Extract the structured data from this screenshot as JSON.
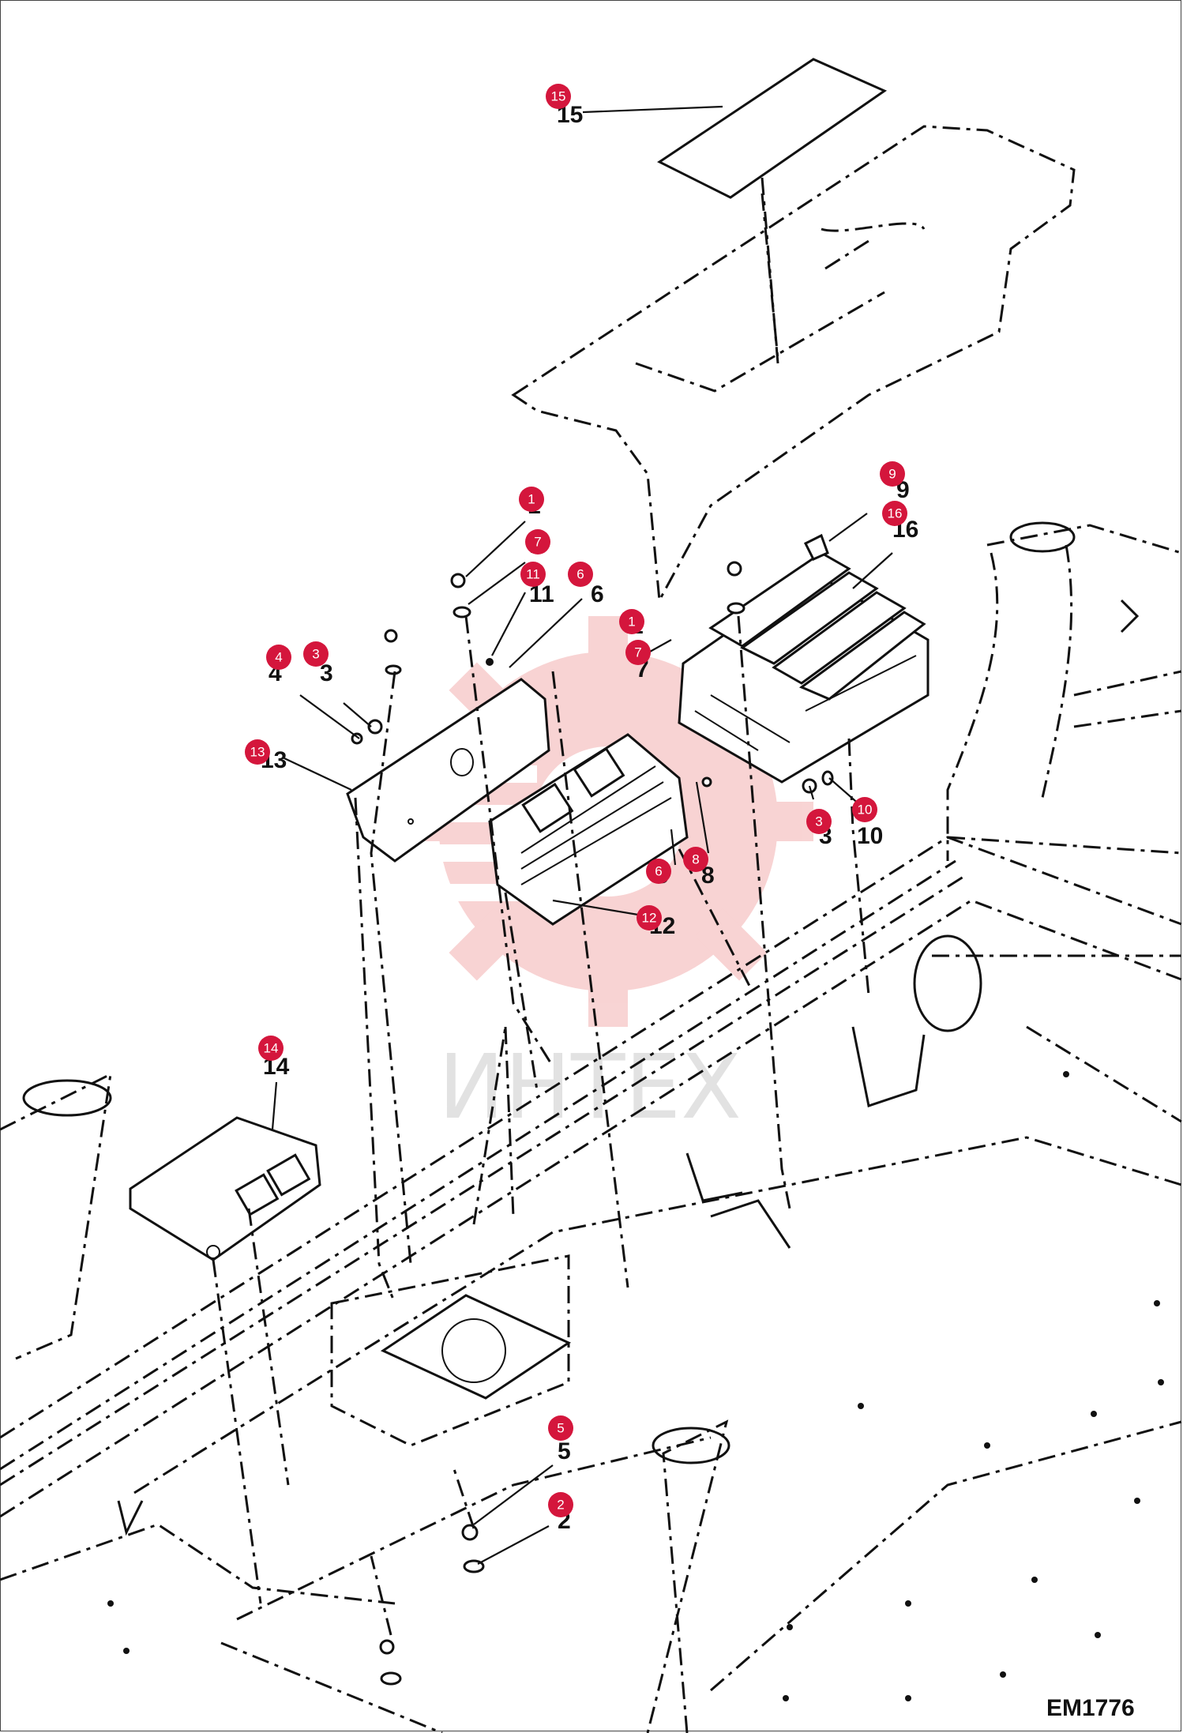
{
  "drawing_code": "EM1776",
  "watermark_text": "ИНТЕХ",
  "callouts": [
    {
      "id": "c15",
      "number": "15",
      "badge": "15"
    },
    {
      "id": "c1a",
      "number": "1",
      "badge": "1"
    },
    {
      "id": "c7a",
      "number": "7",
      "badge": "7"
    },
    {
      "id": "c11",
      "number": "11",
      "badge": "11"
    },
    {
      "id": "c6a",
      "number": "6",
      "badge": "6"
    },
    {
      "id": "c1b",
      "number": "1",
      "badge": "1"
    },
    {
      "id": "c7b",
      "number": "7",
      "badge": "7"
    },
    {
      "id": "c4",
      "number": "4",
      "badge": "4"
    },
    {
      "id": "c3a",
      "number": "3",
      "badge": "3"
    },
    {
      "id": "c13",
      "number": "13",
      "badge": "13"
    },
    {
      "id": "c9",
      "number": "9",
      "badge": "9"
    },
    {
      "id": "c16",
      "number": "16",
      "badge": "16"
    },
    {
      "id": "c3b",
      "number": "3",
      "badge": "3"
    },
    {
      "id": "c10",
      "number": "10",
      "badge": "10"
    },
    {
      "id": "c6b",
      "number": "6",
      "badge": "6"
    },
    {
      "id": "c8",
      "number": "8",
      "badge": "8"
    },
    {
      "id": "c12",
      "number": "12",
      "badge": "12"
    },
    {
      "id": "c14",
      "number": "14",
      "badge": "14"
    },
    {
      "id": "c5",
      "number": "5",
      "badge": "5"
    },
    {
      "id": "c2",
      "number": "2",
      "badge": "2"
    }
  ],
  "colors": {
    "badge": "#d4163c",
    "line": "#111111",
    "watermark": "#e8a0a0"
  }
}
